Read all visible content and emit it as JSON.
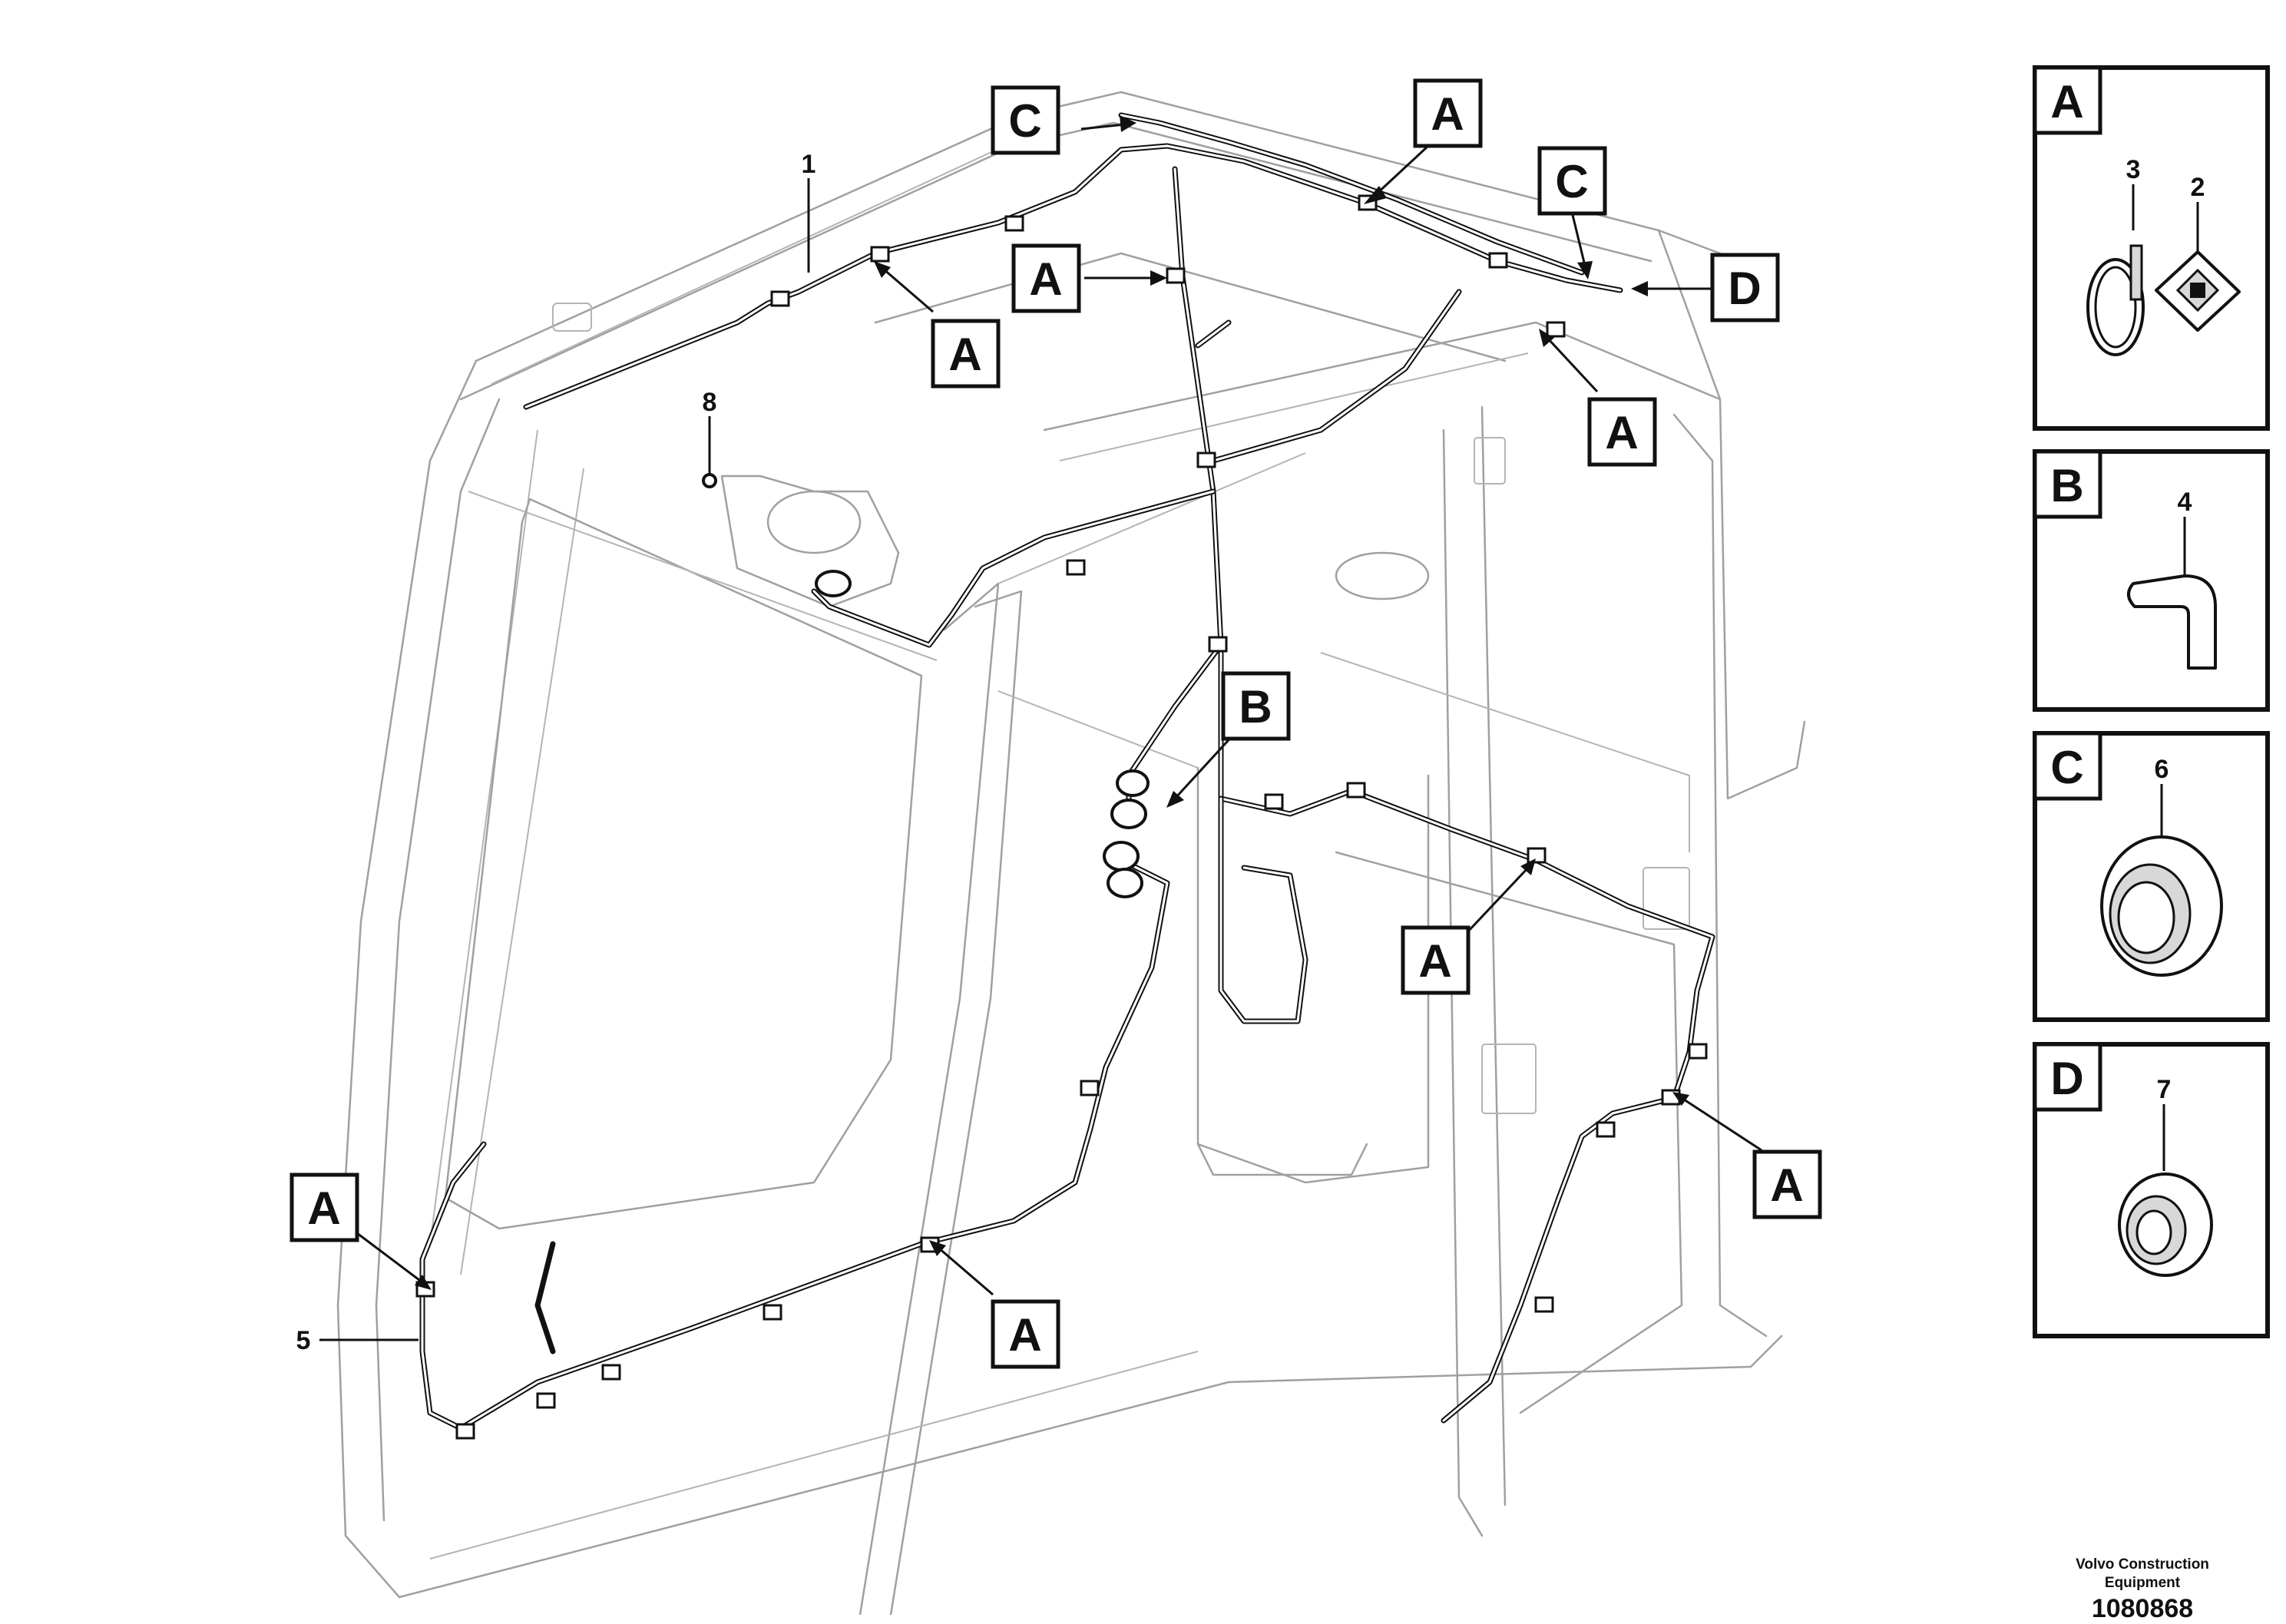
{
  "callouts": {
    "c_top_left": "C",
    "a_top": "A",
    "c_top_right": "C",
    "d_top": "D",
    "a_upper_left": "A",
    "a_center": "A",
    "a_right_upper": "A",
    "b_center": "B",
    "a_mid_right": "A",
    "a_lower_left": "A",
    "a_bottom_center": "A",
    "a_bottom_right": "A"
  },
  "part_numbers": {
    "n1": "1",
    "n5": "5",
    "n8": "8"
  },
  "detail_panels": [
    {
      "tag": "A",
      "parts": [
        "3",
        "2"
      ]
    },
    {
      "tag": "B",
      "parts": [
        "4"
      ]
    },
    {
      "tag": "C",
      "parts": [
        "6"
      ]
    },
    {
      "tag": "D",
      "parts": [
        "7"
      ]
    }
  ],
  "footer": {
    "brand": "Volvo Construction Equipment",
    "code": "1080868"
  }
}
